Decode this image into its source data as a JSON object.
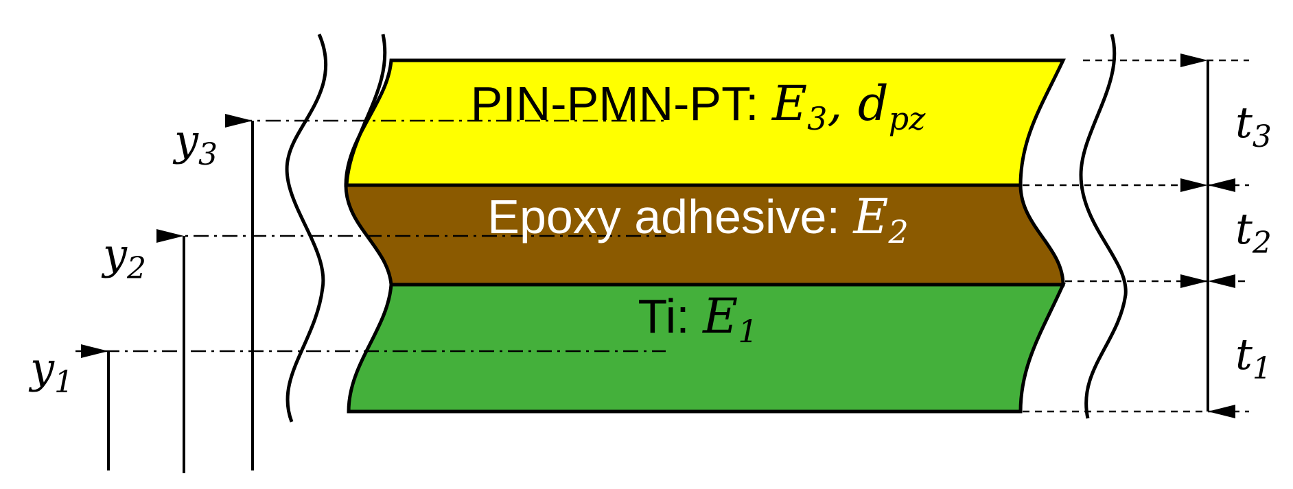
{
  "layers": {
    "top": {
      "material": "PIN-PMN-PT: ",
      "modulus_symbol": "E",
      "modulus_index": "3",
      "separator": ", ",
      "coeff_symbol": "d",
      "coeff_index": "pz",
      "color": "#ffff00"
    },
    "middle": {
      "material": "Epoxy adhesive: ",
      "modulus_symbol": "E",
      "modulus_index": "2",
      "color": "#8b5a00"
    },
    "bottom": {
      "material": "Ti: ",
      "modulus_symbol": "E",
      "modulus_index": "1",
      "color": "#44b03b"
    }
  },
  "thickness_labels": [
    {
      "symbol": "t",
      "index": "3"
    },
    {
      "symbol": "t",
      "index": "2"
    },
    {
      "symbol": "t",
      "index": "1"
    }
  ],
  "position_labels": [
    {
      "symbol": "y",
      "index": "3"
    },
    {
      "symbol": "y",
      "index": "2"
    },
    {
      "symbol": "y",
      "index": "1"
    }
  ]
}
